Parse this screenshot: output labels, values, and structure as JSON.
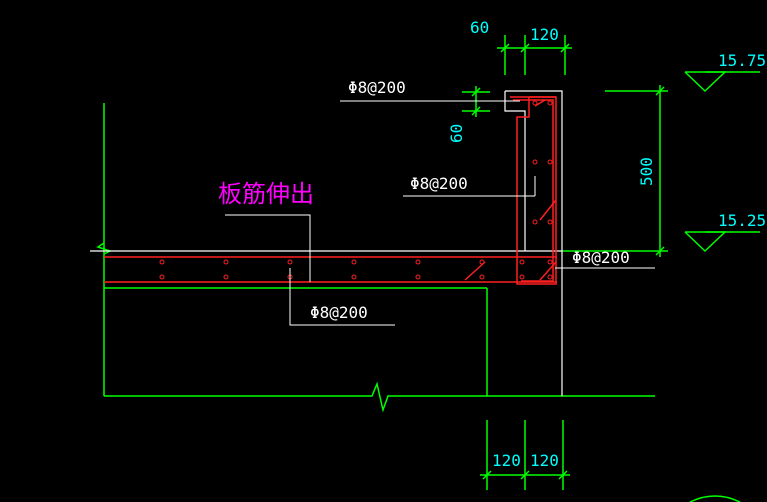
{
  "colors": {
    "background": "#000000",
    "outline": "#00ff00",
    "rebar": "#ff2020",
    "leader": "#ffffff",
    "dimension_text": "#00ffff",
    "note_text": "#ff00ff"
  },
  "dimensions": {
    "top_offset": "60",
    "top_width": "120",
    "lip_height": "60",
    "wall_height": "500",
    "bottom_left": "120",
    "bottom_right": "120"
  },
  "elevations": {
    "top": "15.750",
    "bottom": "15.250"
  },
  "rebar_labels": {
    "top_hook": "Φ8@200",
    "wall_vertical": "Φ8@200",
    "slab_right": "Φ8@200",
    "slab_bottom": "Φ8@200"
  },
  "note": {
    "text": "板筋伸出"
  }
}
